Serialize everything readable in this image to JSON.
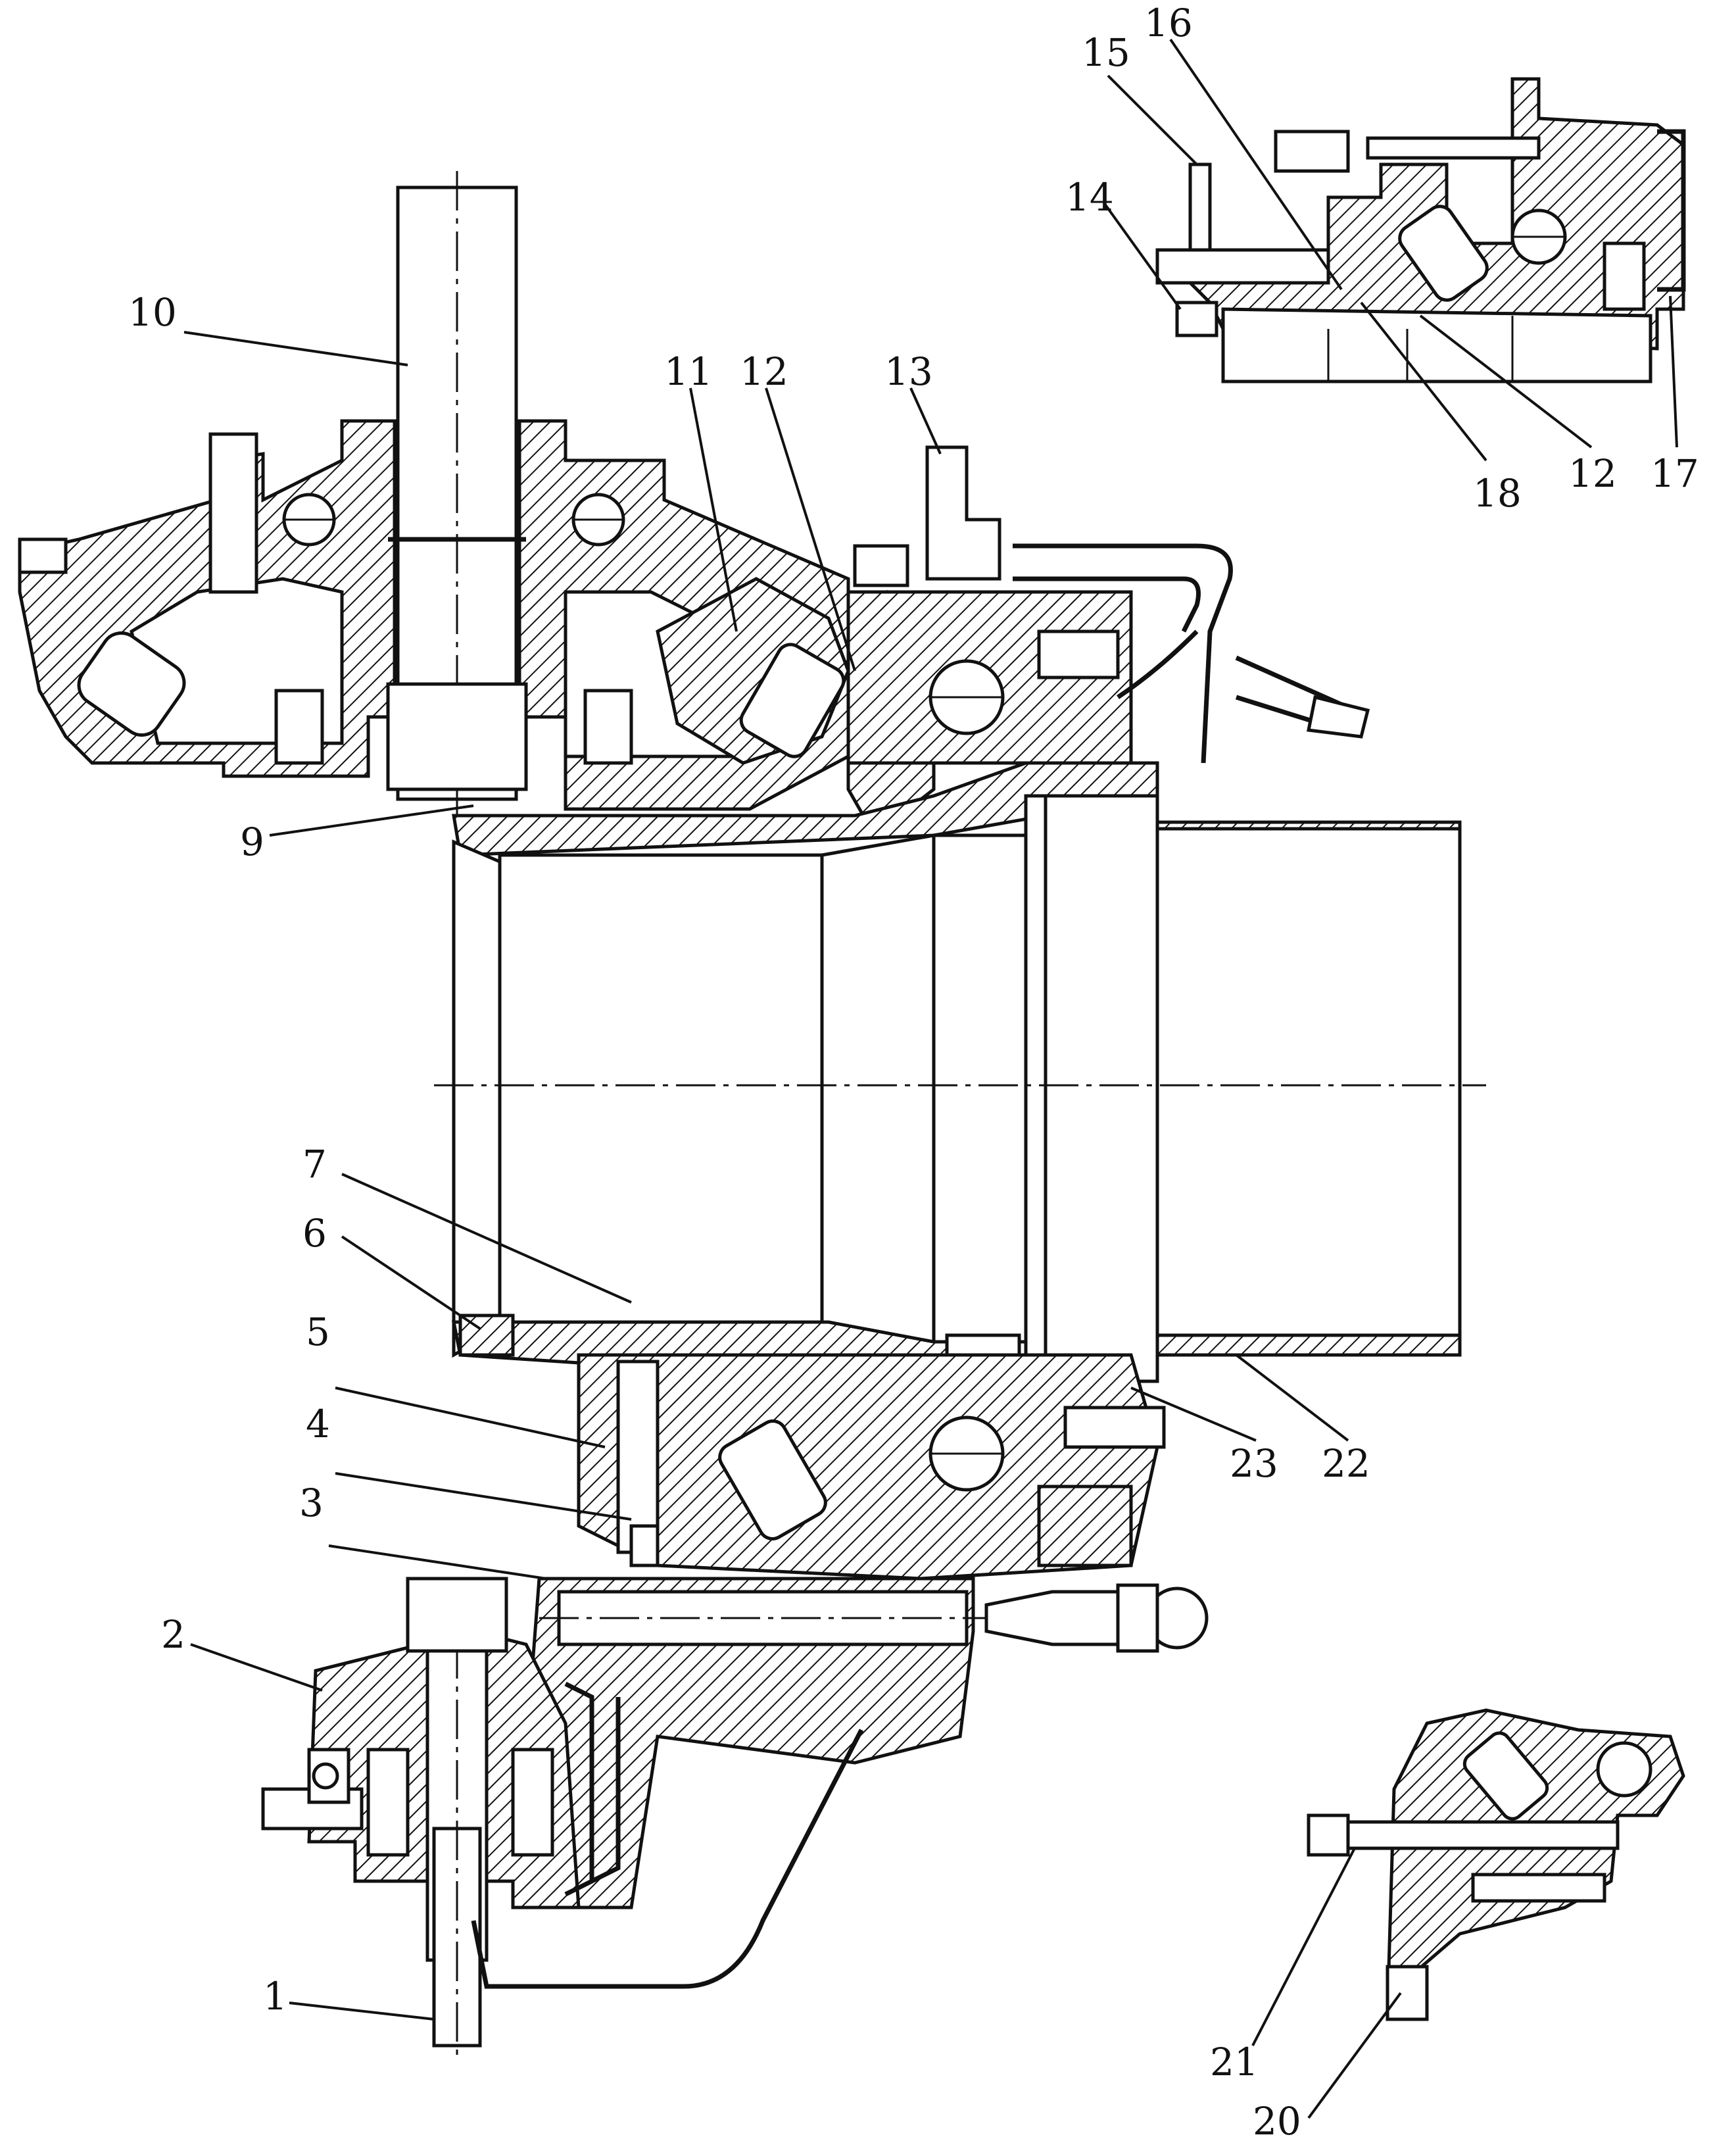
{
  "figure": {
    "labels": [
      {
        "id": "l1",
        "text": "1"
      },
      {
        "id": "l2",
        "text": "2"
      },
      {
        "id": "l3",
        "text": "3"
      },
      {
        "id": "l4",
        "text": "4"
      },
      {
        "id": "l5",
        "text": "5"
      },
      {
        "id": "l6",
        "text": "6"
      },
      {
        "id": "l7",
        "text": "7"
      },
      {
        "id": "l9",
        "text": "9"
      },
      {
        "id": "l10",
        "text": "10"
      },
      {
        "id": "l11",
        "text": "11"
      },
      {
        "id": "l12a",
        "text": "12"
      },
      {
        "id": "l13",
        "text": "13"
      },
      {
        "id": "l14",
        "text": "14"
      },
      {
        "id": "l15",
        "text": "15"
      },
      {
        "id": "l16",
        "text": "16"
      },
      {
        "id": "l12b",
        "text": "12"
      },
      {
        "id": "l17",
        "text": "17"
      },
      {
        "id": "l18",
        "text": "18"
      },
      {
        "id": "l20",
        "text": "20"
      },
      {
        "id": "l21",
        "text": "21"
      },
      {
        "id": "l22",
        "text": "22"
      },
      {
        "id": "l23",
        "text": "23"
      }
    ]
  }
}
